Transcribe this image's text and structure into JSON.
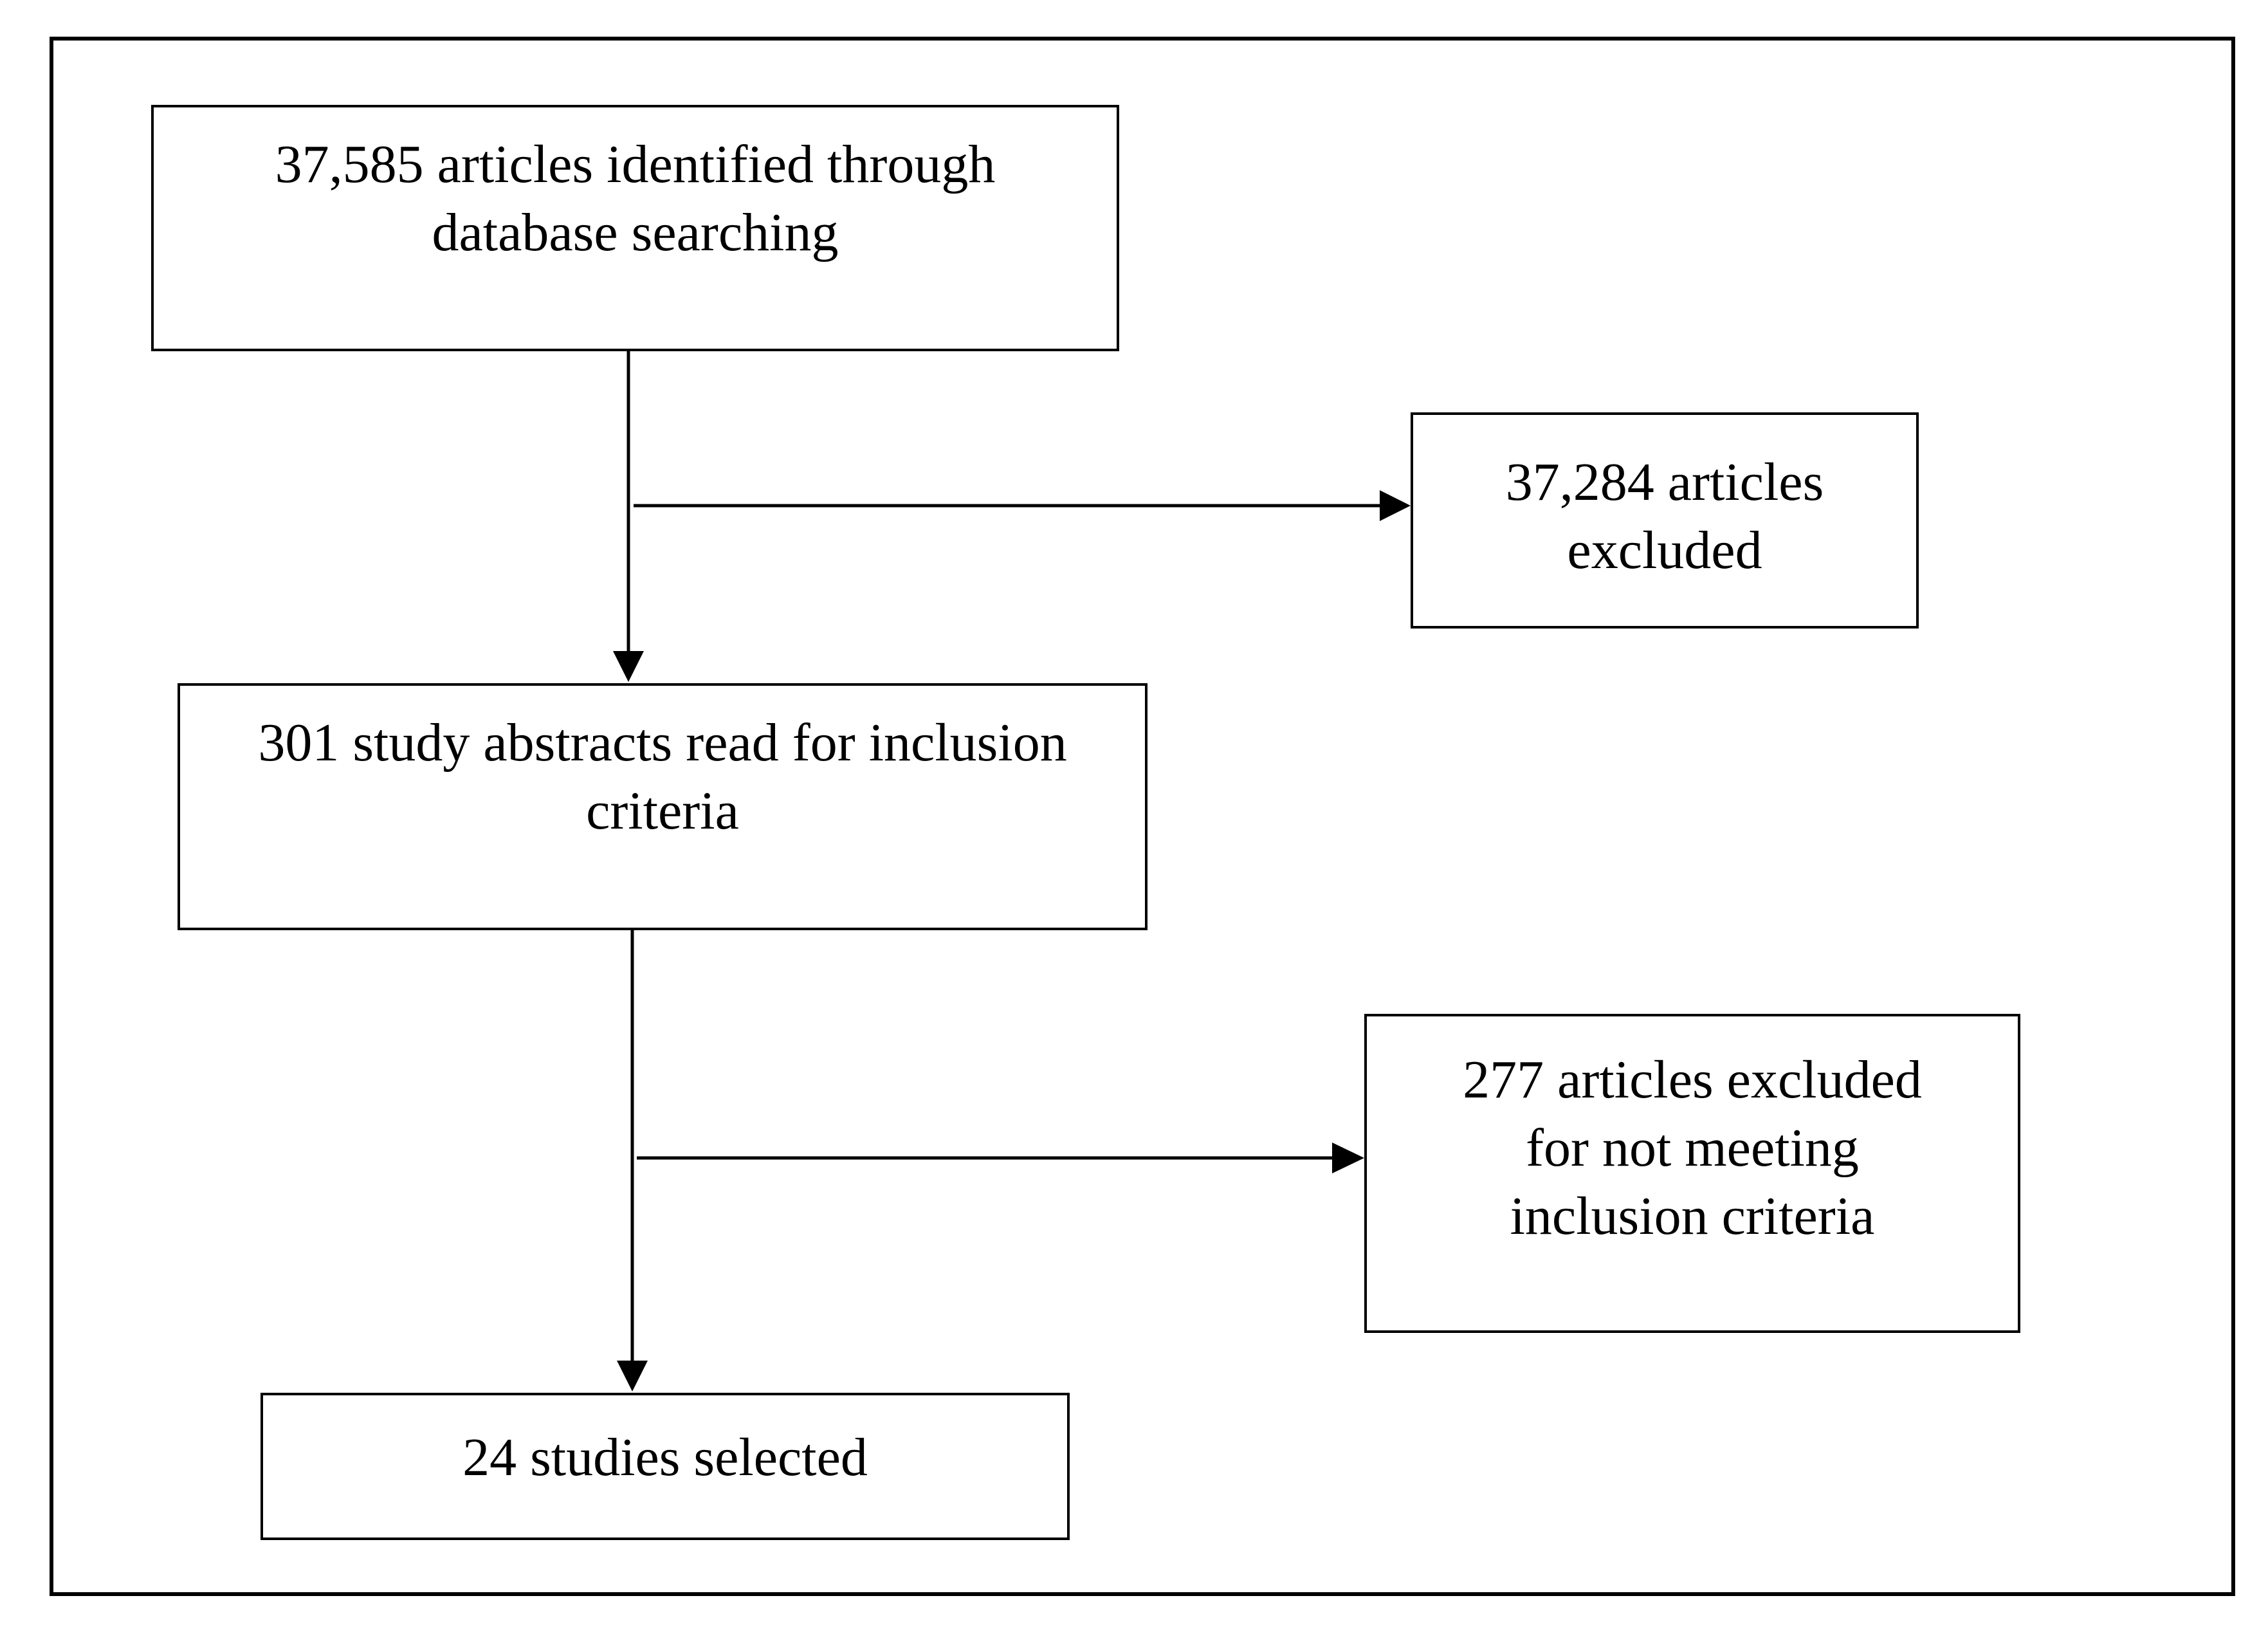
{
  "flow": {
    "identified": {
      "lines": [
        "37,585 articles identified through",
        "database searching"
      ]
    },
    "excluded_first": {
      "lines": [
        "37,284 articles",
        "excluded"
      ]
    },
    "abstracts": {
      "lines": [
        "301 study abstracts read for inclusion",
        "criteria"
      ]
    },
    "excluded_second": {
      "lines": [
        "277 articles excluded",
        "for not meeting",
        "inclusion criteria"
      ]
    },
    "selected": {
      "lines": [
        "24 studies selected"
      ]
    }
  },
  "colors": {
    "stroke": "#000000",
    "background": "#ffffff"
  }
}
